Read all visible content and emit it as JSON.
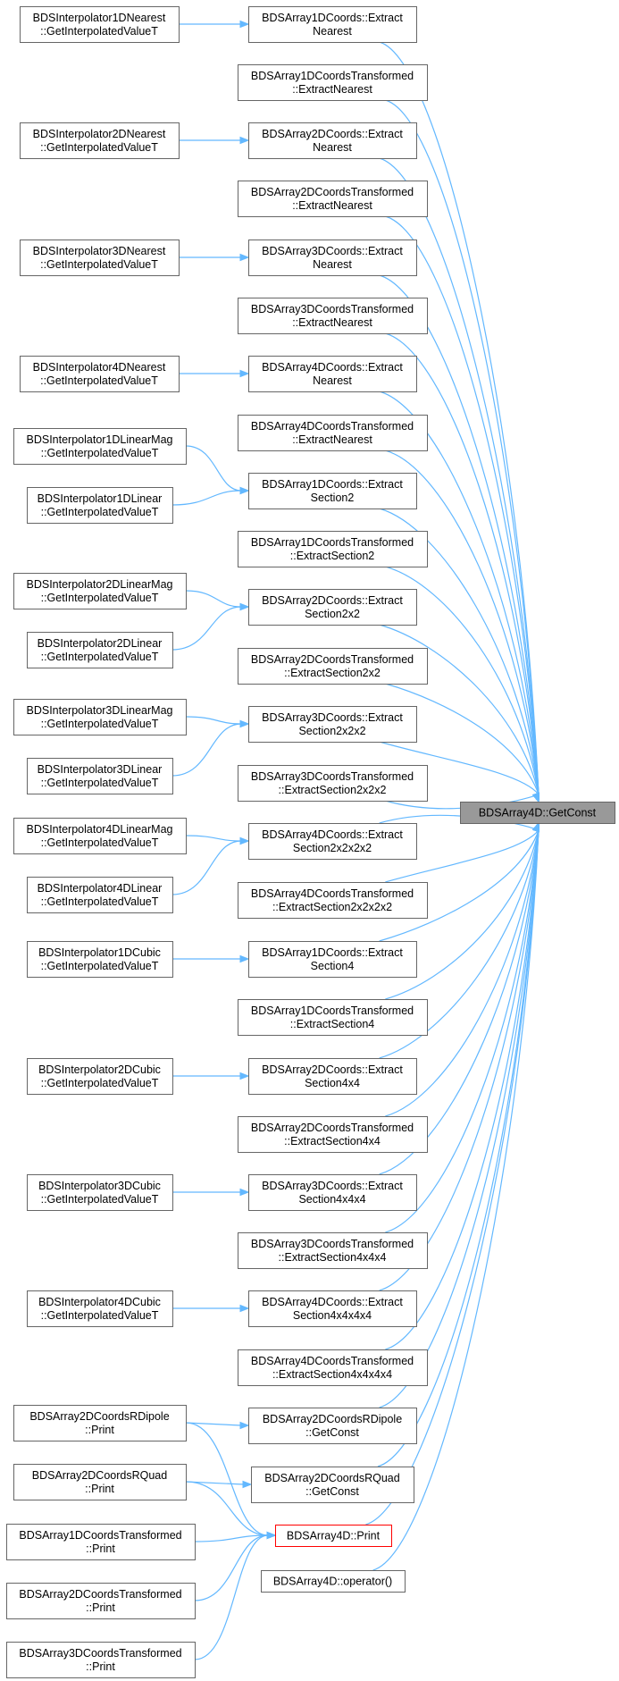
{
  "nodes": {
    "n_i1dn": [
      "BDSInterpolator1DNearest",
      "::GetInterpolatedValueT"
    ],
    "n_i2dn": [
      "BDSInterpolator2DNearest",
      "::GetInterpolatedValueT"
    ],
    "n_i3dn": [
      "BDSInterpolator3DNearest",
      "::GetInterpolatedValueT"
    ],
    "n_i4dn": [
      "BDSInterpolator4DNearest",
      "::GetInterpolatedValueT"
    ],
    "n_i1dlm": [
      "BDSInterpolator1DLinearMag",
      "::GetInterpolatedValueT"
    ],
    "n_i1dl": [
      "BDSInterpolator1DLinear",
      "::GetInterpolatedValueT"
    ],
    "n_i2dlm": [
      "BDSInterpolator2DLinearMag",
      "::GetInterpolatedValueT"
    ],
    "n_i2dl": [
      "BDSInterpolator2DLinear",
      "::GetInterpolatedValueT"
    ],
    "n_i3dlm": [
      "BDSInterpolator3DLinearMag",
      "::GetInterpolatedValueT"
    ],
    "n_i3dl": [
      "BDSInterpolator3DLinear",
      "::GetInterpolatedValueT"
    ],
    "n_i4dlm": [
      "BDSInterpolator4DLinearMag",
      "::GetInterpolatedValueT"
    ],
    "n_i4dl": [
      "BDSInterpolator4DLinear",
      "::GetInterpolatedValueT"
    ],
    "n_i1dc": [
      "BDSInterpolator1DCubic",
      "::GetInterpolatedValueT"
    ],
    "n_i2dc": [
      "BDSInterpolator2DCubic",
      "::GetInterpolatedValueT"
    ],
    "n_i3dc": [
      "BDSInterpolator3DCubic",
      "::GetInterpolatedValueT"
    ],
    "n_i4dc": [
      "BDSInterpolator4DCubic",
      "::GetInterpolatedValueT"
    ],
    "n_rdip_print": [
      "BDSArray2DCoordsRDipole",
      "::Print"
    ],
    "n_rquad_print": [
      "BDSArray2DCoordsRQuad",
      "::Print"
    ],
    "n_a1dt_print": [
      "BDSArray1DCoordsTransformed",
      "::Print"
    ],
    "n_a2dt_print": [
      "BDSArray2DCoordsTransformed",
      "::Print"
    ],
    "n_a3dt_print": [
      "BDSArray3DCoordsTransformed",
      "::Print"
    ],
    "m_a1_en": [
      "BDSArray1DCoords::Extract",
      "Nearest"
    ],
    "m_a1t_en": [
      "BDSArray1DCoordsTransformed",
      "::ExtractNearest"
    ],
    "m_a2_en": [
      "BDSArray2DCoords::Extract",
      "Nearest"
    ],
    "m_a2t_en": [
      "BDSArray2DCoordsTransformed",
      "::ExtractNearest"
    ],
    "m_a3_en": [
      "BDSArray3DCoords::Extract",
      "Nearest"
    ],
    "m_a3t_en": [
      "BDSArray3DCoordsTransformed",
      "::ExtractNearest"
    ],
    "m_a4_en": [
      "BDSArray4DCoords::Extract",
      "Nearest"
    ],
    "m_a4t_en": [
      "BDSArray4DCoordsTransformed",
      "::ExtractNearest"
    ],
    "m_a1_es2": [
      "BDSArray1DCoords::Extract",
      "Section2"
    ],
    "m_a1t_es2": [
      "BDSArray1DCoordsTransformed",
      "::ExtractSection2"
    ],
    "m_a2_es2": [
      "BDSArray2DCoords::Extract",
      "Section2x2"
    ],
    "m_a2t_es2": [
      "BDSArray2DCoordsTransformed",
      "::ExtractSection2x2"
    ],
    "m_a3_es2": [
      "BDSArray3DCoords::Extract",
      "Section2x2x2"
    ],
    "m_a3t_es2": [
      "BDSArray3DCoordsTransformed",
      "::ExtractSection2x2x2"
    ],
    "m_a4_es2": [
      "BDSArray4DCoords::Extract",
      "Section2x2x2x2"
    ],
    "m_a4t_es2": [
      "BDSArray4DCoordsTransformed",
      "::ExtractSection2x2x2x2"
    ],
    "m_a1_es4": [
      "BDSArray1DCoords::Extract",
      "Section4"
    ],
    "m_a1t_es4": [
      "BDSArray1DCoordsTransformed",
      "::ExtractSection4"
    ],
    "m_a2_es4": [
      "BDSArray2DCoords::Extract",
      "Section4x4"
    ],
    "m_a2t_es4": [
      "BDSArray2DCoordsTransformed",
      "::ExtractSection4x4"
    ],
    "m_a3_es4": [
      "BDSArray3DCoords::Extract",
      "Section4x4x4"
    ],
    "m_a3t_es4": [
      "BDSArray3DCoordsTransformed",
      "::ExtractSection4x4x4"
    ],
    "m_a4_es4": [
      "BDSArray4DCoords::Extract",
      "Section4x4x4x4"
    ],
    "m_a4t_es4": [
      "BDSArray4DCoordsTransformed",
      "::ExtractSection4x4x4x4"
    ],
    "m_rdip_gc": [
      "BDSArray2DCoordsRDipole",
      "::GetConst"
    ],
    "m_rquad_gc": [
      "BDSArray2DCoordsRQuad",
      "::GetConst"
    ],
    "m_a4d_print": [
      "BDSArray4D::Print"
    ],
    "m_a4d_op": [
      "BDSArray4D::operator()"
    ],
    "target": [
      "BDSArray4D::GetConst"
    ]
  },
  "highlighted_node": "m_a4d_print",
  "target_node": "target",
  "colors": {
    "edge": "#63b8ff",
    "node_border": "#666666",
    "highlight_border": "#ff0000",
    "target_fill": "#999999"
  }
}
